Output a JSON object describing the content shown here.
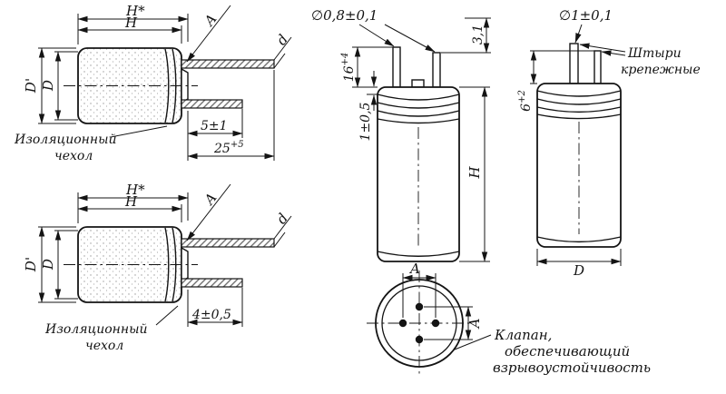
{
  "colors": {
    "line": "#141414",
    "background": "#ffffff",
    "hatch": "#666666"
  },
  "views": {
    "horiz1": {
      "h_star": "H*",
      "h": "H",
      "d_outer": "D'",
      "d_body": "D",
      "a": "A",
      "d_lead": "d",
      "stub": "5±1",
      "lead_len_base": "25",
      "lead_len_sup": "+5",
      "note_line1": "Изоляционный",
      "note_line2": "чехол"
    },
    "horiz2": {
      "h_star": "H*",
      "h": "H",
      "d_outer": "D'",
      "d_body": "D",
      "a": "A",
      "d_lead": "d",
      "stub": "4±0,5",
      "note_line1": "Изоляционный",
      "note_line2": "чехол"
    },
    "vert1": {
      "lead_dia": "∅0,8±0,1",
      "tip": "3,1",
      "lead_len_base": "16",
      "lead_len_sup": "+4",
      "seat": "1±0,5",
      "height": "H"
    },
    "vert2": {
      "lead_dia": "∅1±0,1",
      "pins_line1": "Штыри",
      "pins_line2": "крепежные",
      "pin_len_base": "6",
      "pin_len_sup": "+2",
      "dia": "D"
    },
    "top": {
      "a_h": "A",
      "a_v": "A",
      "note_line1": "Клапан,",
      "note_line2": "обеспечивающий",
      "note_line3": "взрывоустойчивость"
    }
  }
}
